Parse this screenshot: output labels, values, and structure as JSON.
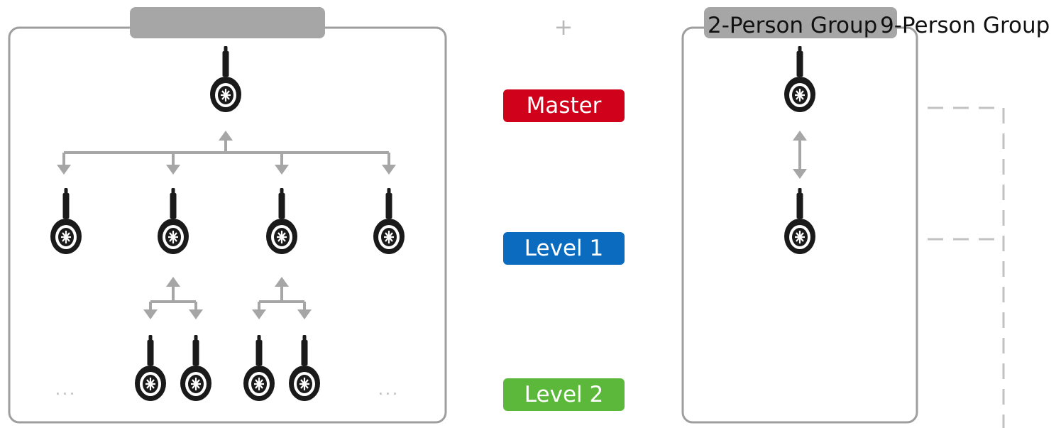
{
  "legend": {
    "master": "Master",
    "level1": "Level 1",
    "level2": "Level 2"
  },
  "plus_symbol": "+",
  "ellipsis": "...",
  "groups": {
    "two_person": "2-Person Group",
    "nine_person": "9-Person Group"
  },
  "colors": {
    "master": "#d0021b",
    "level1": "#0a6bbf",
    "level2": "#5bb83a",
    "frame": "#9e9e9e",
    "arrow": "#a6a6a6",
    "header_bar": "#a6a6a6",
    "device": "#1a1a1a",
    "dashed": "#c2c2c2"
  },
  "icons": {
    "device": "headset-device-icon",
    "arrow": "arrow-icon"
  }
}
